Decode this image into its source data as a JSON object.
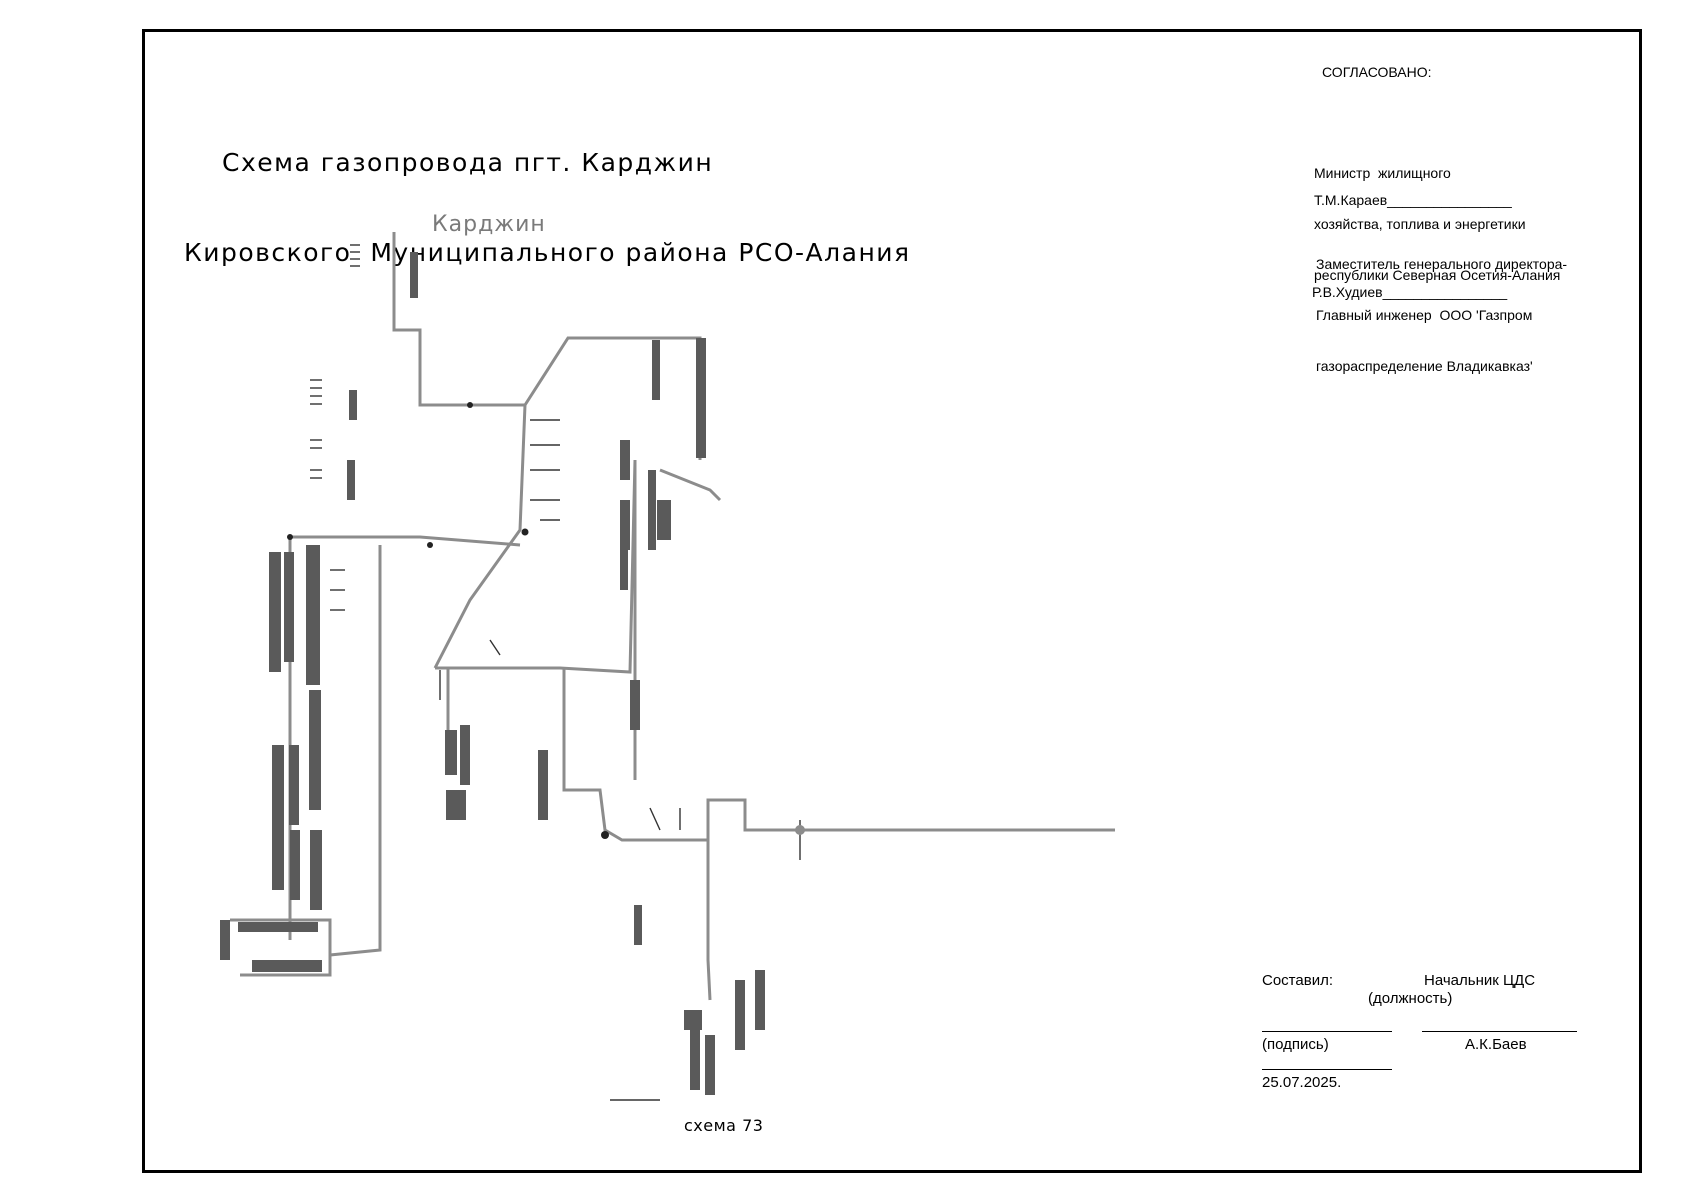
{
  "title": {
    "line1": "Схема газопровода пгт. Карджин",
    "line2": "Кировского  Муниципального района РСО-Алания"
  },
  "place_label": "Карджин",
  "approval": {
    "heading": "СОГЛАСОВАНО:",
    "signer1_position": [
      "Министр  жилищного",
      "хозяйства, топлива и энергетики",
      "республики Северная Осетия-Алания"
    ],
    "signer1_name": "Т.М.Караев________________",
    "signer2_position": [
      "Заместитель генерального директора-",
      "Главный инженер  ООО 'Газпром",
      "газораспределение Владикавказ'"
    ],
    "signer2_name": "Р.В.Худиев________________"
  },
  "compiled": {
    "label": "Составил:",
    "position": "Начальник ЦДС",
    "position_caption": "(должность)",
    "signature_caption": "(подпись)",
    "name": "А.К.Баев",
    "date": "25.07.2025."
  },
  "scheme_label": "схема 73",
  "colors": {
    "pipe": "#8c8c8c",
    "detail": "#1a1a1a",
    "frame": "#000000"
  }
}
